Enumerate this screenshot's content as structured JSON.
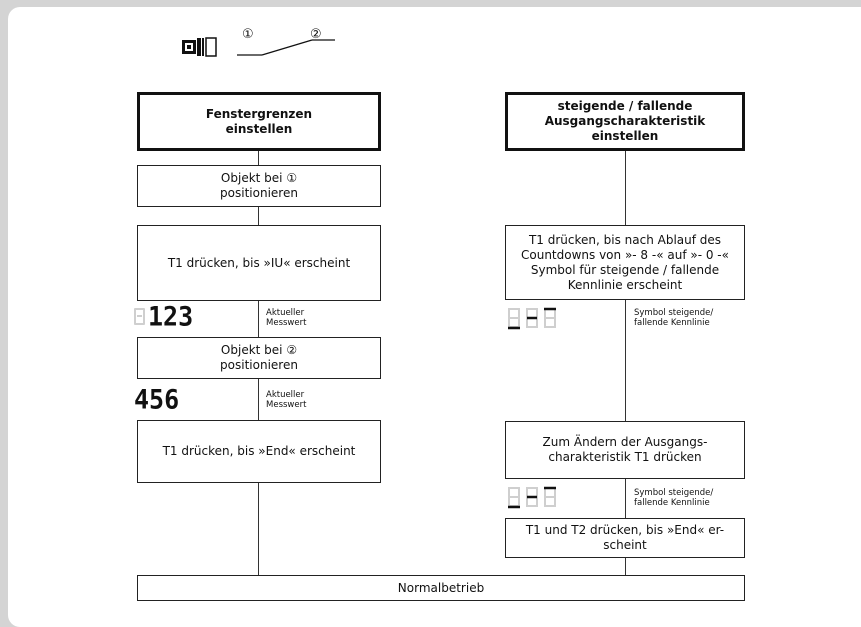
{
  "markers": {
    "one": "①",
    "two": "②"
  },
  "left": {
    "title": "Fenstergrenzen\neinstellen",
    "step1": "Objekt bei ①\npositionieren",
    "step2": "T1 drücken, bis »IU« erscheint",
    "readout1": "123",
    "readout1_label": "Aktueller\nMesswert",
    "step3": "Objekt bei ②\npositionieren",
    "readout2": "456",
    "readout2_label": "Aktueller\nMesswert",
    "step4": "T1 drücken, bis  »End« erscheint"
  },
  "right": {
    "title": "steigende / fallende\nAusgangscharakteristik\neinstellen",
    "step1": "T1 drücken, bis nach Ablauf des\nCountdowns von »- 8 -« auf »- 0 -«\nSymbol für steigende / fallende\nKennlinie erscheint",
    "symbol1_label": "Symbol steigende/\nfallende Kennlinie",
    "step2": "Zum Ändern der Ausgangs-\ncharakteristik T1 drücken",
    "symbol2_label": "Symbol steigende/\nfallende Kennlinie",
    "step3": "T1 und T2 drücken, bis  »End« er-\nscheint"
  },
  "bottom": {
    "label": "Normalbetrieb"
  }
}
